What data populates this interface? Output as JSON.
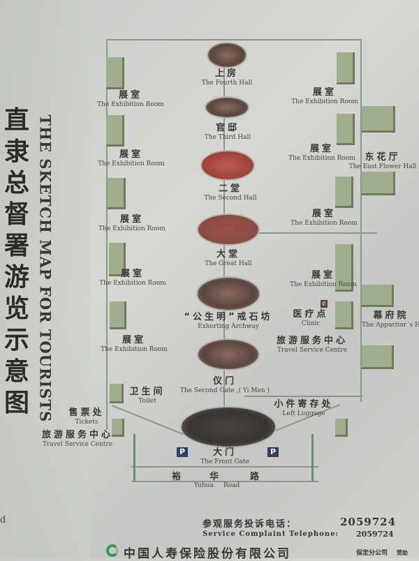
{
  "title": {
    "zh": "直隶总督署游览示意图",
    "en": "THE SKETCH MAP FOR TOURISTS"
  },
  "halls": [
    {
      "zh": "上房",
      "en": "The Fourth Hall"
    },
    {
      "zh": "官邸",
      "en": "The Third Hall"
    },
    {
      "zh": "二堂",
      "en": "The Second Hall"
    },
    {
      "zh": "大堂",
      "en": "The Great Hall"
    },
    {
      "zh": "“公生明”戒石坊",
      "en": "Exhorting Archway"
    },
    {
      "zh": "仪门",
      "en": "The Second Gate ,( Yi Men )"
    },
    {
      "zh": "大门",
      "en": "The Front Gate"
    }
  ],
  "exhibition_room": {
    "zh": "展室",
    "en": "The Exhibition Room"
  },
  "places": {
    "east_flower_hall": {
      "zh": "东花厅",
      "en": "The East Flower Hall"
    },
    "apparitor": {
      "zh": "幕府院",
      "en": "The Apparitor´s H"
    },
    "clinic": {
      "zh": "医疗点",
      "en": "Clinic"
    },
    "travel_service_right": {
      "zh": "旅游服务中心",
      "en": "Travel Service Centre"
    },
    "toilet": {
      "zh": "卫生间",
      "en": "Toilet"
    },
    "left_luggage": {
      "zh": "小件寄存处",
      "en": "Left Luggage"
    },
    "tickets": {
      "zh": "售票处",
      "en": "Tickets"
    },
    "travel_service_left": {
      "zh": "旅游服务中心",
      "en": "Travel Service Centre"
    }
  },
  "road": {
    "zh": [
      "裕",
      "华",
      "路"
    ],
    "en": [
      "Yuhua",
      "Road"
    ]
  },
  "parking": "P",
  "complaint": {
    "zh": "参观服务投诉电话：",
    "number": "2059724",
    "en": "Service Complaint Telephone:"
  },
  "sponsor": {
    "zh": "中国人寿保险股份有限公司",
    "branch": "保定分公司",
    "suffix": "赞助"
  },
  "edge_text": "d"
}
